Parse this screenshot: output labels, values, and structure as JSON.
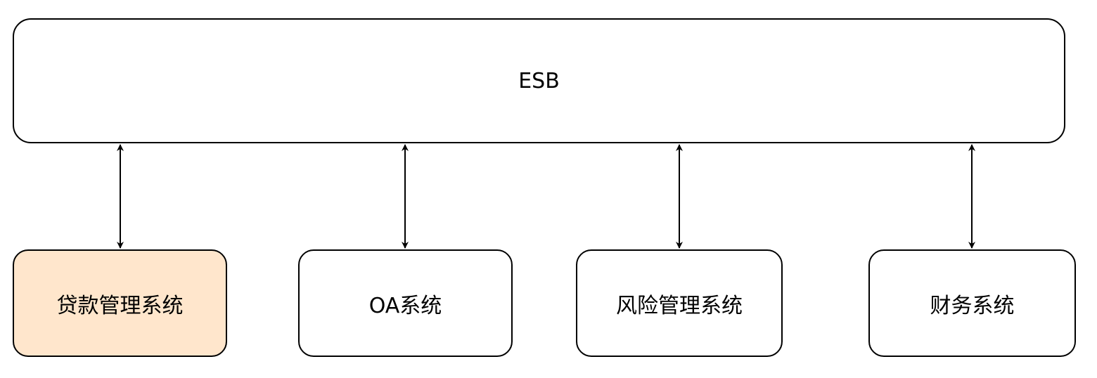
{
  "bus": {
    "label": "ESB"
  },
  "systems": [
    {
      "label": "贷款管理系统",
      "fill": "#ffe6cc",
      "highlighted": true
    },
    {
      "label": "OA系统",
      "fill": "#ffffff",
      "highlighted": false
    },
    {
      "label": "风险管理系统",
      "fill": "#ffffff",
      "highlighted": false
    },
    {
      "label": "财务系统",
      "fill": "#ffffff",
      "highlighted": false
    }
  ],
  "connections": [
    {
      "from": "systems.0",
      "to": "bus",
      "direction": "bidirectional"
    },
    {
      "from": "systems.1",
      "to": "bus",
      "direction": "bidirectional"
    },
    {
      "from": "systems.2",
      "to": "bus",
      "direction": "bidirectional"
    },
    {
      "from": "systems.3",
      "to": "bus",
      "direction": "bidirectional"
    }
  ],
  "colors": {
    "stroke": "#000000",
    "default_fill": "#ffffff",
    "highlight_fill": "#ffe6cc"
  }
}
